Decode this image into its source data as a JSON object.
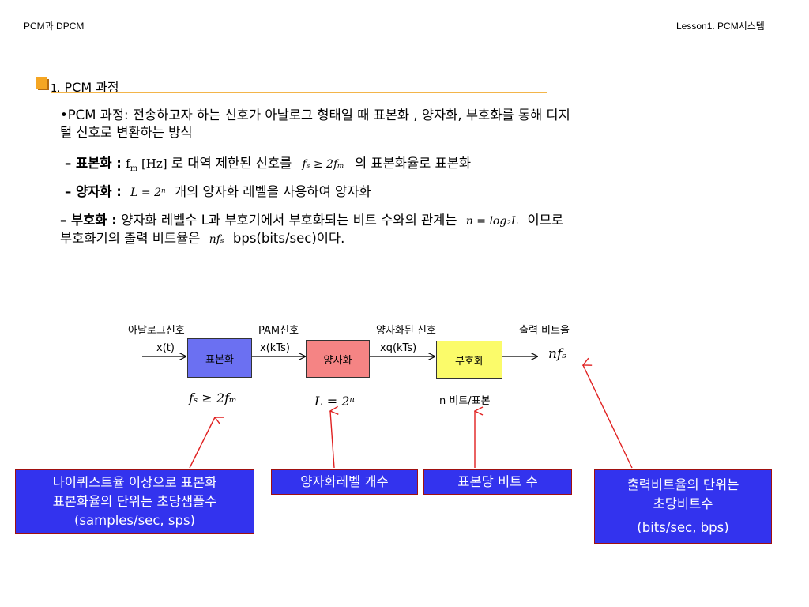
{
  "header": {
    "left": "PCM과 DPCM",
    "right": "Lesson1. PCM시스템"
  },
  "section": {
    "number": "1.",
    "title": "PCM 과정"
  },
  "bullet": {
    "dot": "•",
    "label": "PCM  과정:",
    "text1": " 전송하고자 하는 신호가 아날로그 형태일 때 표본화 , 양자화, 부호화를 통해 디지",
    "text2": "털 신호로 변환하는 방식"
  },
  "items": {
    "sampling": {
      "dash": "– ",
      "label": "표본화 :",
      "math1": "f",
      "math1sub": "m",
      "math1b": " [Hz]",
      "t1": "  로 대역 제한된 신호를 ",
      "t2": " 의 표본화율로 표본화"
    },
    "quantize": {
      "dash": "– ",
      "label": "양자화 :",
      "t1": " 개의 양자화 레벨을 사용하여 양자화"
    },
    "encode": {
      "dash": "– ",
      "label": "부호화 :",
      "t1": "  양자화 레벨수 L과 부호기에서 부호화되는 비트 수와의 관계는 ",
      "t2": "  이므로",
      "line2a": "부호화기의 출력 비트율은 ",
      "line2b": " bps(bits/sec)이다."
    }
  },
  "math": {
    "fs_ge_2fm": "fₛ ≥ 2fₘ",
    "L_eq": "L = 2ⁿ",
    "n_eq": "n = log₂L",
    "nfs": "nfₛ"
  },
  "diagram": {
    "signal_labels": [
      "아날로그신호",
      "PAM신호",
      "양자화된 신호",
      "출력 비트율"
    ],
    "arrow_labels": [
      "x(t)",
      "x(kTs)",
      "xq(kTs)"
    ],
    "blocks": [
      {
        "label": "표본화",
        "color": "#6b70f2"
      },
      {
        "label": "양자화",
        "color": "#f58484"
      },
      {
        "label": "부호화",
        "color": "#fbfb6a"
      }
    ],
    "under_labels": {
      "encoder": "n 비트/표본"
    }
  },
  "callouts": [
    {
      "lines": [
        "나이퀴스트율 이상으로 표본화",
        "표본화율의 단위는 초당샘플수",
        "(samples/sec, sps)"
      ]
    },
    {
      "lines": [
        "양자화레벨 개수"
      ]
    },
    {
      "lines": [
        "표본당 비트 수"
      ]
    },
    {
      "lines": [
        "출력비트율의 단위는",
        "초당비트수",
        "(bits/sec, bps)"
      ]
    }
  ],
  "colors": {
    "accent_square": "#f5a623",
    "title_rule": "#f3b54a",
    "callout_bg": "#3333ee",
    "arrow_red": "#e02020"
  }
}
